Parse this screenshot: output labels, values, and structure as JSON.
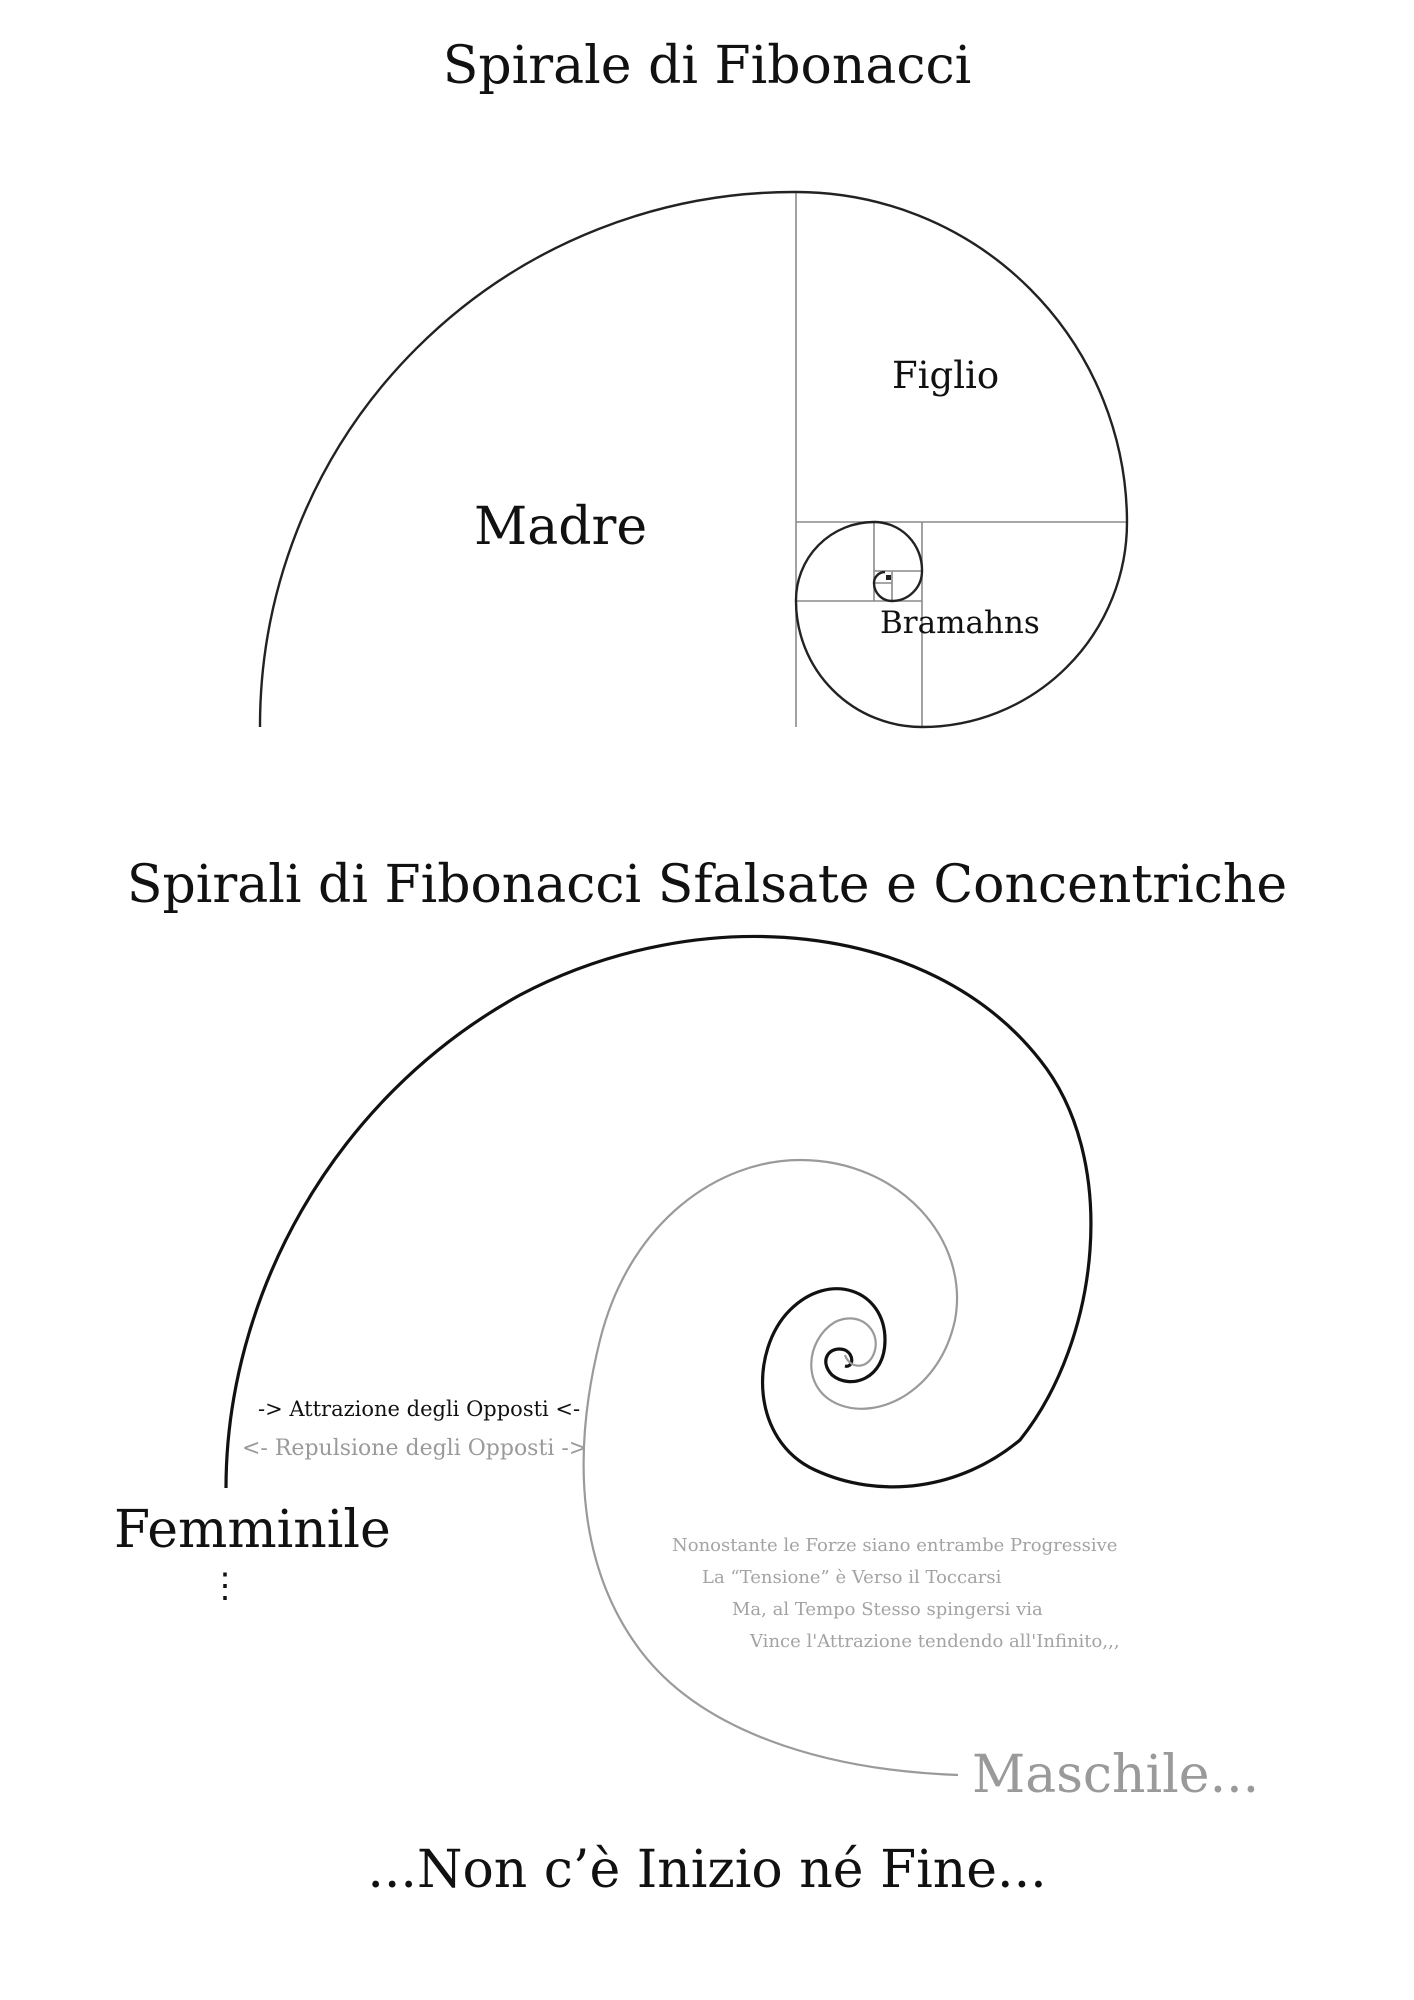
{
  "titles": {
    "top": "Spirale di Fibonacci",
    "middle": "Spirali di Fibonacci Sfalsate e Concentriche",
    "footer": "...Non c’è Inizio né Fine..."
  },
  "fibonacci_diagram": {
    "labels": {
      "madre": "Madre",
      "figlio": "Figlio",
      "bramahns": "Bramahns"
    }
  },
  "concentric_diagram": {
    "attraction": "->  Attrazione degli Opposti <-",
    "repulsion": "<- Repulsione degli Opposti ->",
    "feminine": "Femminile",
    "ellipsis_vertical": "⋮",
    "masculine": "Maschile...",
    "notes": [
      "Nonostante le Forze siano entrambe Progressive",
      "La “Tensione” è Verso il Toccarsi",
      "Ma, al Tempo Stesso spingersi via",
      "Vince l'Attrazione tendendo all'Infinito,,,"
    ],
    "colors": {
      "black_spiral": "#111111",
      "gray_spiral": "#9a9a9a",
      "grid": "#8a8a8a"
    }
  }
}
